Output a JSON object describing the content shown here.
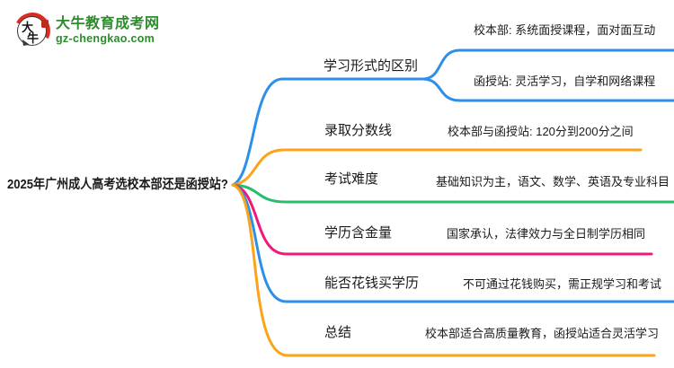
{
  "logo": {
    "icon_text": "大牛",
    "icon_char_1": "大",
    "icon_char_2": "牛",
    "title": "大牛教育成考网",
    "subtitle": "gz-chengkao.com",
    "brand_green": "#2b8c2b",
    "seal_red": "#bf2a1e"
  },
  "topic": {
    "text": "2025年广州成人高考选校本部还是函授站?"
  },
  "colors": {
    "blue": "#2E8FE8",
    "orange": "#FBA41B",
    "green": "#27BE6B",
    "pink": "#F01878"
  },
  "branches": [
    {
      "label": "学习形式的区别",
      "color": "blue",
      "children": [
        {
          "text": "校本部: 系统面授课程，面对面互动"
        },
        {
          "text": "函授站: 灵活学习，自学和网络课程"
        }
      ]
    },
    {
      "label": "录取分数线",
      "content": "校本部与函授站: 120分到200分之间",
      "color": "orange"
    },
    {
      "label": "考试难度",
      "content": "基础知识为主，语文、数学、英语及专业科目",
      "color": "green"
    },
    {
      "label": "学历含金量",
      "content": "国家承认，法律效力与全日制学历相同",
      "color": "pink"
    },
    {
      "label": "能否花钱买学历",
      "content": "不可通过花钱购买，需正规学习和考试",
      "color": "blue"
    },
    {
      "label": "总结",
      "content": "校本部适合高质量教育，函授站适合灵活学习",
      "color": "orange"
    }
  ]
}
